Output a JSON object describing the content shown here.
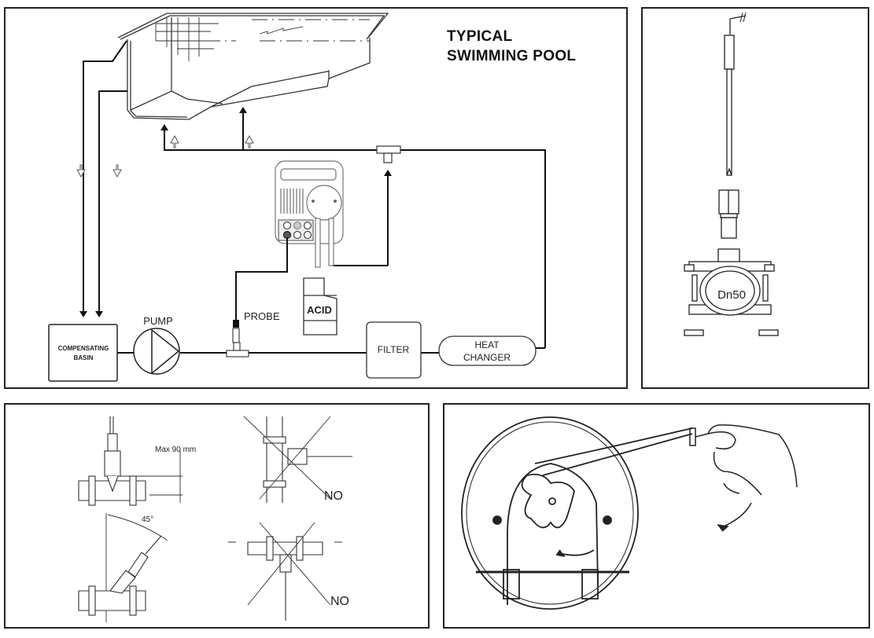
{
  "diagram": {
    "title_line1": "TYPICAL",
    "title_line2": "SWIMMING POOL",
    "labels": {
      "compensating_line1": "COMPENSATING",
      "compensating_line2": "BASIN",
      "pump": "PUMP",
      "probe": "PROBE",
      "acid": "ACID",
      "filter": "FILTER",
      "heat_line1": "HEAT",
      "heat_line2": "CHANGER"
    }
  },
  "probe_holder": {
    "pipe_size": "Dn50"
  },
  "installation": {
    "max_depth": "Max 90 mm",
    "angle": "45°",
    "no_label_1": "NO",
    "no_label_2": "NO"
  },
  "tube_replacement": {}
}
